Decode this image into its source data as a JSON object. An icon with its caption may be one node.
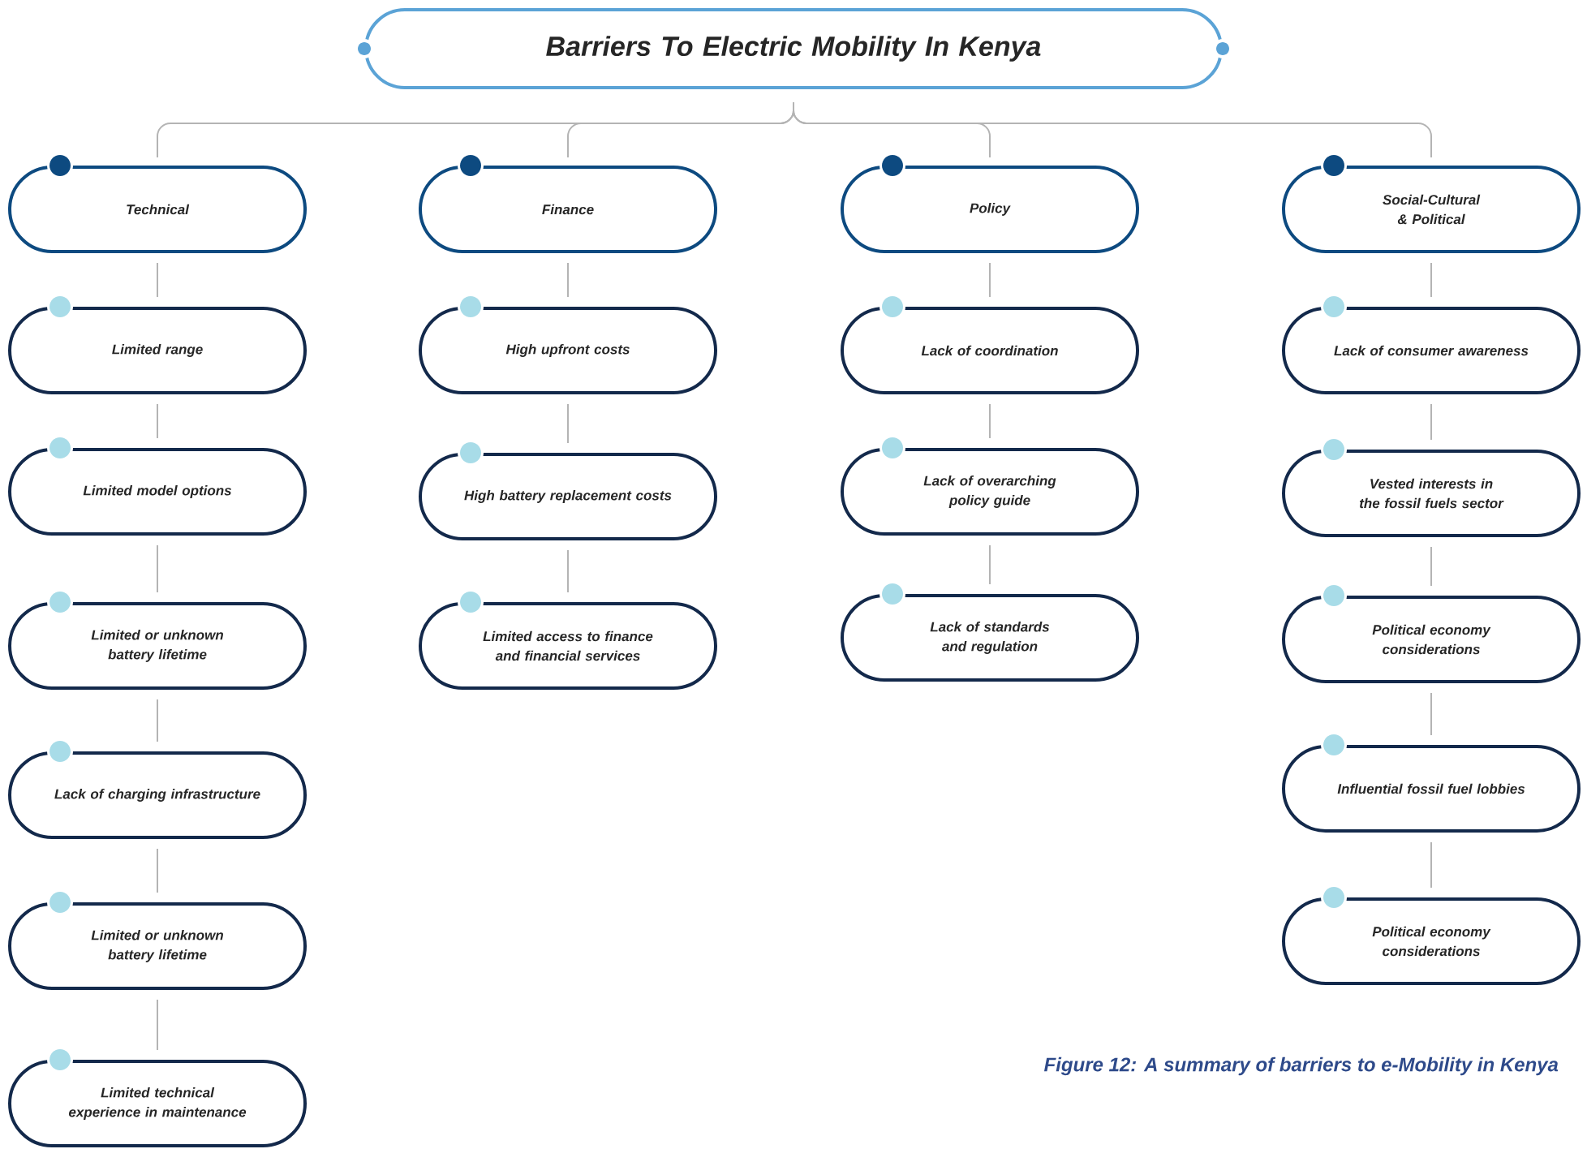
{
  "diagram": {
    "caption": "Figure 12: A summary of barriers to e-Mobility in Kenya",
    "nodes": [
      {
        "text": [
          "Barriers To Electric Mobility In Kenya"
        ]
      },
      {
        "text": [
          "Technical"
        ]
      },
      {
        "text": [
          "Finance"
        ]
      },
      {
        "text": [
          "Policy"
        ]
      },
      {
        "text": [
          "Social-Cultural & Political"
        ]
      },
      {
        "text": [
          "Limited range"
        ]
      },
      {
        "text": [
          "Limited model options"
        ]
      },
      {
        "text": [
          "Limited or unknown battery lifetime"
        ]
      },
      {
        "text": [
          "Lack of charging infrastructure"
        ]
      },
      {
        "text": [
          "Limited or unknown battery lifetime"
        ]
      },
      {
        "text": [
          "Limited technical experience in maintenance"
        ]
      },
      {
        "text": [
          "High upfront costs"
        ]
      },
      {
        "text": [
          "High battery replacement costs"
        ]
      },
      {
        "text": [
          "Limited access to finance and financial services"
        ]
      },
      {
        "text": [
          "Lack of coordination"
        ]
      },
      {
        "text": [
          "Lack of overarching policy guide"
        ]
      },
      {
        "text": [
          "Lack of standards and regulation"
        ]
      },
      {
        "text": [
          "Lack of consumer awareness"
        ]
      },
      {
        "text": [
          "Vested interests in the fossil fuels sector"
        ]
      },
      {
        "text": [
          "Political economy considerations"
        ]
      },
      {
        "text": [
          "Influential fossil fuel lobbies"
        ]
      },
      {
        "text": [
          "Political economy considerations"
        ]
      }
    ],
    "edges": [
      {
        "from": 0,
        "to": 1,
        "arrow": "none"
      },
      {
        "from": 0,
        "to": 2,
        "arrow": "none"
      },
      {
        "from": 0,
        "to": 3,
        "arrow": "none"
      },
      {
        "from": 0,
        "to": 4,
        "arrow": "none"
      },
      {
        "from": 1,
        "to": 5,
        "arrow": "none"
      },
      {
        "from": 5,
        "to": 6,
        "arrow": "none"
      },
      {
        "from": 6,
        "to": 7,
        "arrow": "none"
      },
      {
        "from": 7,
        "to": 8,
        "arrow": "none"
      },
      {
        "from": 8,
        "to": 9,
        "arrow": "none"
      },
      {
        "from": 9,
        "to": 10,
        "arrow": "none"
      },
      {
        "from": 2,
        "to": 11,
        "arrow": "none"
      },
      {
        "from": 11,
        "to": 12,
        "arrow": "none"
      },
      {
        "from": 12,
        "to": 13,
        "arrow": "none"
      },
      {
        "from": 3,
        "to": 14,
        "arrow": "none"
      },
      {
        "from": 14,
        "to": 15,
        "arrow": "none"
      },
      {
        "from": 15,
        "to": 16,
        "arrow": "none"
      },
      {
        "from": 4,
        "to": 17,
        "arrow": "none"
      },
      {
        "from": 17,
        "to": 18,
        "arrow": "none"
      },
      {
        "from": 18,
        "to": 19,
        "arrow": "none"
      },
      {
        "from": 19,
        "to": 20,
        "arrow": "none"
      },
      {
        "from": 20,
        "to": 21,
        "arrow": "none"
      }
    ]
  }
}
